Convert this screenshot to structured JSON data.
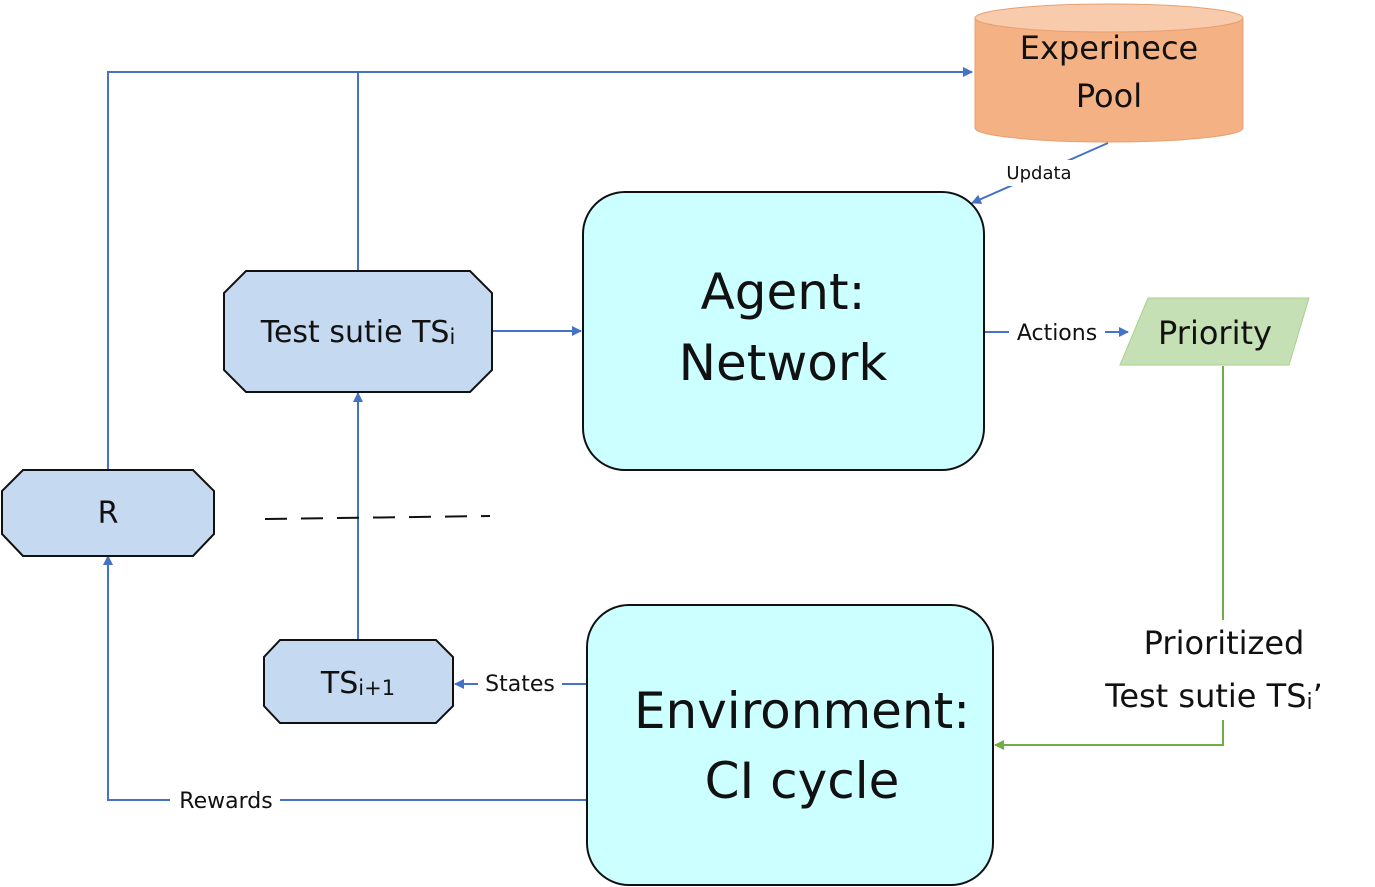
{
  "experience_pool": {
    "line1": "Experinece",
    "line2": "Pool"
  },
  "agent": {
    "line1": "Agent:",
    "line2": "Network"
  },
  "environment": {
    "line1": "Environment:",
    "line2": "CI cycle"
  },
  "priority": {
    "label": "Priority"
  },
  "test_suite": {
    "label": "Test sutie TS",
    "subscript": "i"
  },
  "next_state": {
    "label": "TS",
    "subscript": "i+1"
  },
  "reward_node": {
    "label": "R"
  },
  "prioritized": {
    "line1": "Prioritized",
    "line2_prefix": "Test sutie TS",
    "line2_subscript": "i",
    "line2_suffix": "’"
  },
  "edges": {
    "update": "Updata",
    "actions": "Actions",
    "states": "States",
    "rewards": "Rewards"
  },
  "colors": {
    "blue_arrow": "#4472C4",
    "green_arrow": "#70AD47",
    "cylinder_fill": "#F4B183",
    "cyan_fill": "#CCFFFF",
    "octagon_fill": "#C5D9F1",
    "priority_fill": "#C5E0B4"
  }
}
